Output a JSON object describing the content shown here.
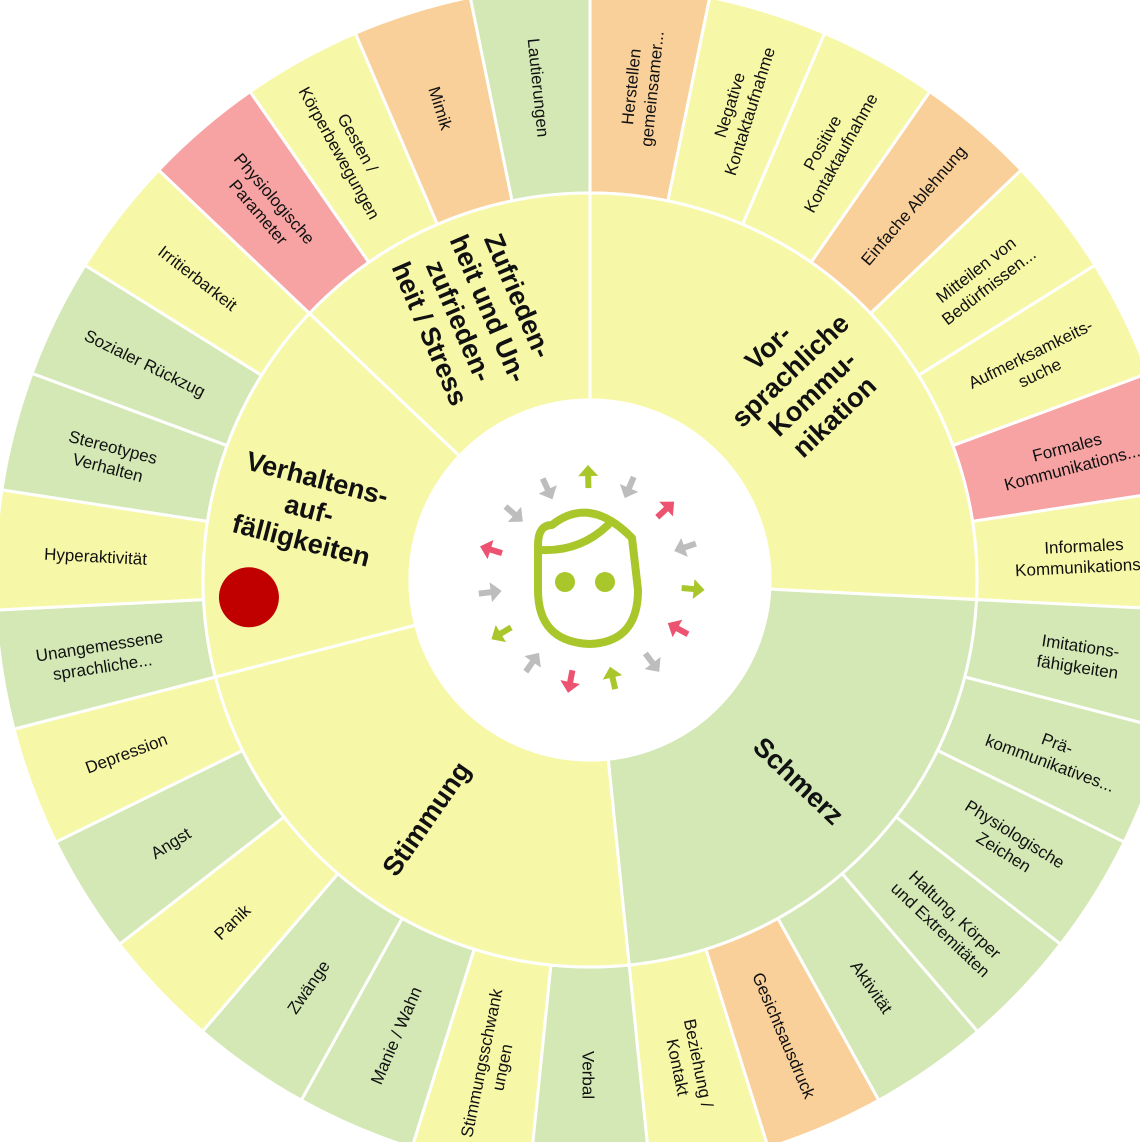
{
  "palette": {
    "yellow": "#f7f7a8",
    "green": "#d3e8b5",
    "orange": "#fad09a",
    "red": "#f7a3a3",
    "white": "#ffffff",
    "face": "#a9c62b",
    "arrow_gray": "#bdbdbd",
    "arrow_pink": "#ec5370",
    "marker": "#c00000"
  },
  "categories": [
    {
      "id": "vorsprachliche-kommunikation",
      "lines": [
        "Vor-",
        "sprachliche",
        "Kommu-",
        "nikation"
      ],
      "color": "yellow"
    },
    {
      "id": "schmerz",
      "lines": [
        "Schmerz"
      ],
      "color": "green"
    },
    {
      "id": "stimmung",
      "lines": [
        "Stimmung"
      ],
      "color": "yellow"
    },
    {
      "id": "verhaltensauffaelligkeiten",
      "lines": [
        "Verhaltens-",
        "auf-",
        "fälligkeiten"
      ],
      "color": "yellow"
    },
    {
      "id": "zufriedenheit-stress",
      "lines": [
        "Zufrieden-",
        "heit und Un-",
        "zufrieden-",
        "heit / Stress"
      ],
      "color": "yellow"
    }
  ],
  "items": [
    {
      "lines": [
        "Herstellen",
        "gemeinsamer..."
      ],
      "color": "orange"
    },
    {
      "lines": [
        "Negative",
        "Kontaktaufnahme"
      ],
      "color": "yellow"
    },
    {
      "lines": [
        "Positive",
        "Kontaktaufnahme"
      ],
      "color": "yellow"
    },
    {
      "lines": [
        "Einfache Ablehnung"
      ],
      "color": "orange"
    },
    {
      "lines": [
        "Mitteilen von",
        "Bedürfnissen..."
      ],
      "color": "yellow"
    },
    {
      "lines": [
        "Aufmerksamkeits-",
        "suche"
      ],
      "color": "yellow"
    },
    {
      "lines": [
        "Formales",
        "Kommunikations..."
      ],
      "color": "red"
    },
    {
      "lines": [
        "Informales",
        "Kommunikations..."
      ],
      "color": "yellow"
    },
    {
      "lines": [
        "Imitations-",
        "fähigkeiten"
      ],
      "color": "green"
    },
    {
      "lines": [
        "Prä-",
        "kommunikatives..."
      ],
      "color": "green"
    },
    {
      "lines": [
        "Physiologische",
        "Zeichen"
      ],
      "color": "green"
    },
    {
      "lines": [
        "Haltung, Körper",
        "und Extremitäten"
      ],
      "color": "green"
    },
    {
      "lines": [
        "Aktivität"
      ],
      "color": "green"
    },
    {
      "lines": [
        "Gesichtsausdruck"
      ],
      "color": "orange"
    },
    {
      "lines": [
        "Beziehung /",
        "Kontakt"
      ],
      "color": "yellow"
    },
    {
      "lines": [
        "Verbal"
      ],
      "color": "green"
    },
    {
      "lines": [
        "Stimmungsschwank",
        "ungen"
      ],
      "color": "yellow"
    },
    {
      "lines": [
        "Manie / Wahn"
      ],
      "color": "green"
    },
    {
      "lines": [
        "Zwänge"
      ],
      "color": "green"
    },
    {
      "lines": [
        "Panik"
      ],
      "color": "yellow"
    },
    {
      "lines": [
        "Angst"
      ],
      "color": "green"
    },
    {
      "lines": [
        "Depression"
      ],
      "color": "yellow"
    },
    {
      "lines": [
        "Unangemessene",
        "sprachliche..."
      ],
      "color": "green"
    },
    {
      "lines": [
        "Hyperaktivität"
      ],
      "color": "yellow"
    },
    {
      "lines": [
        "Stereotypes",
        "Verhalten"
      ],
      "color": "green"
    },
    {
      "lines": [
        "Sozialer Rückzug"
      ],
      "color": "green"
    },
    {
      "lines": [
        "Irritierbarkeit"
      ],
      "color": "yellow"
    },
    {
      "lines": [
        "Physiologische",
        "Parameter"
      ],
      "color": "red"
    },
    {
      "lines": [
        "Gesten /",
        "Körperbewegungen"
      ],
      "color": "yellow"
    },
    {
      "lines": [
        "Mimik"
      ],
      "color": "orange"
    },
    {
      "lines": [
        "Lautierungen"
      ],
      "color": "green"
    }
  ],
  "center_icon": "face-with-arrows-icon",
  "marker": {
    "category": "verhaltensauffaelligkeiten"
  }
}
